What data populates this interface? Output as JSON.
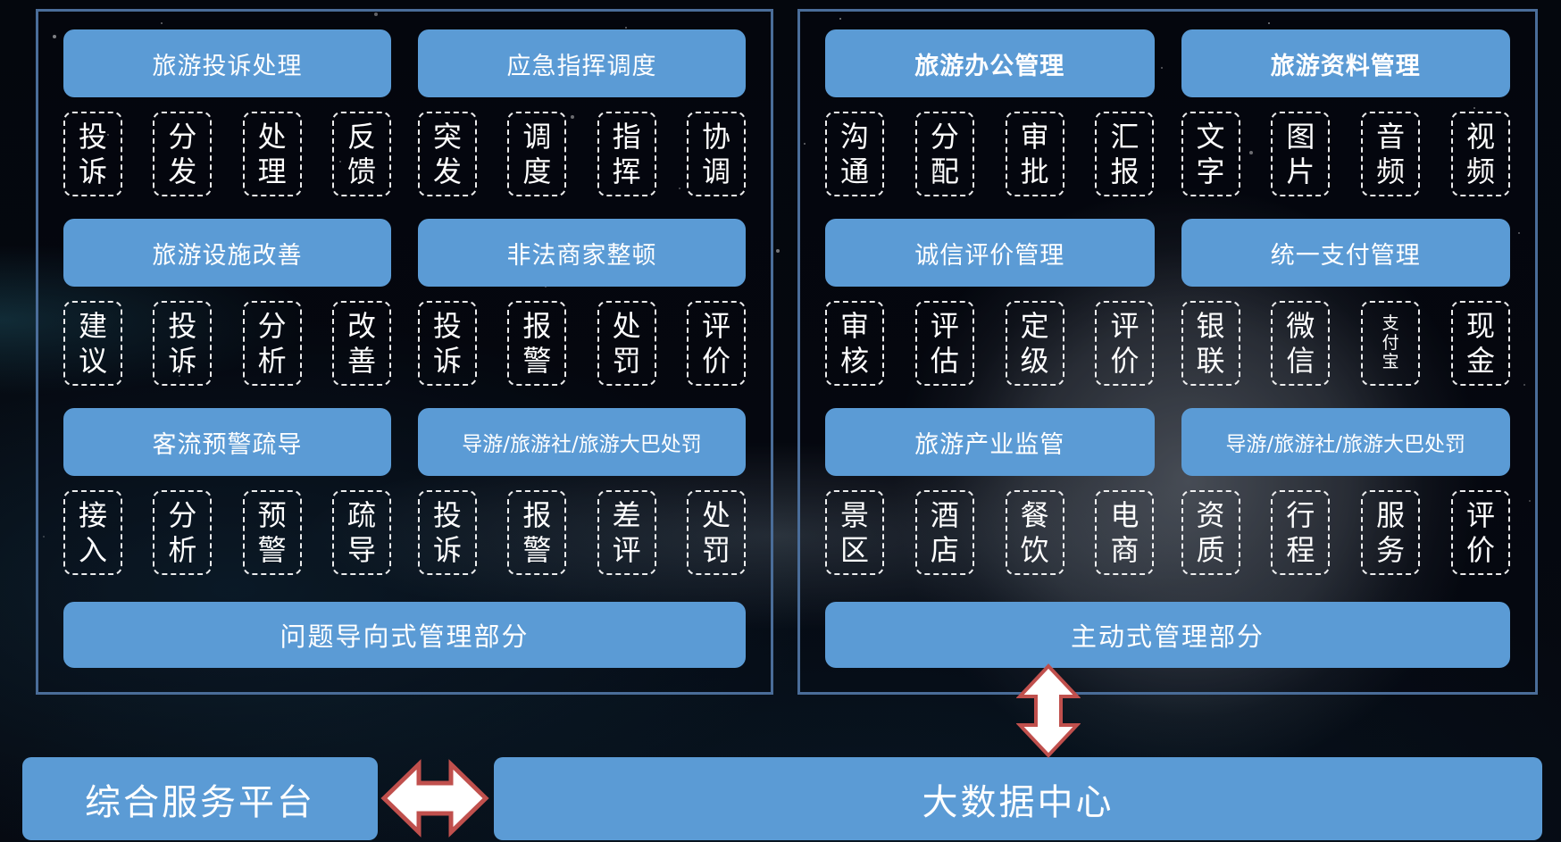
{
  "left_panel": {
    "label": "问题导向式管理部分",
    "groups": [
      {
        "title": "旅游投诉处理",
        "items": [
          "投诉",
          "分发",
          "处理",
          "反馈"
        ]
      },
      {
        "title": "应急指挥调度",
        "items": [
          "突发",
          "调度",
          "指挥",
          "协调"
        ]
      },
      {
        "title": "旅游设施改善",
        "items": [
          "建议",
          "投诉",
          "分析",
          "改善"
        ]
      },
      {
        "title": "非法商家整顿",
        "items": [
          "投诉",
          "报警",
          "处罚",
          "评价"
        ]
      },
      {
        "title": "客流预警疏导",
        "items": [
          "接入",
          "分析",
          "预警",
          "疏导"
        ]
      },
      {
        "title": "导游/旅游社/旅游大巴处罚",
        "items": [
          "投诉",
          "报警",
          "差评",
          "处罚"
        ]
      }
    ]
  },
  "right_panel": {
    "label": "主动式管理部分",
    "groups": [
      {
        "title": "旅游办公管理",
        "items": [
          "沟通",
          "分配",
          "审批",
          "汇报"
        ]
      },
      {
        "title": "旅游资料管理",
        "items": [
          "文字",
          "图片",
          "音频",
          "视频"
        ]
      },
      {
        "title": "诚信评价管理",
        "items": [
          "审核",
          "评估",
          "定级",
          "评价"
        ]
      },
      {
        "title": "统一支付管理",
        "items": [
          "银联",
          "微信",
          "支付宝",
          "现金"
        ]
      },
      {
        "title": "旅游产业监管",
        "items": [
          "景区",
          "酒店",
          "餐饮",
          "电商"
        ]
      },
      {
        "title": "导游/旅游社/旅游大巴处罚",
        "items": [
          "资质",
          "行程",
          "服务",
          "评价"
        ]
      }
    ]
  },
  "bottom": {
    "platform": "综合服务平台",
    "data_center": "大数据中心"
  },
  "colors": {
    "box_blue": "#5B9BD5",
    "panel_border": "#4A6D99",
    "arrow_fill": "#FFFFFF",
    "arrow_stroke": "#C0504D"
  }
}
